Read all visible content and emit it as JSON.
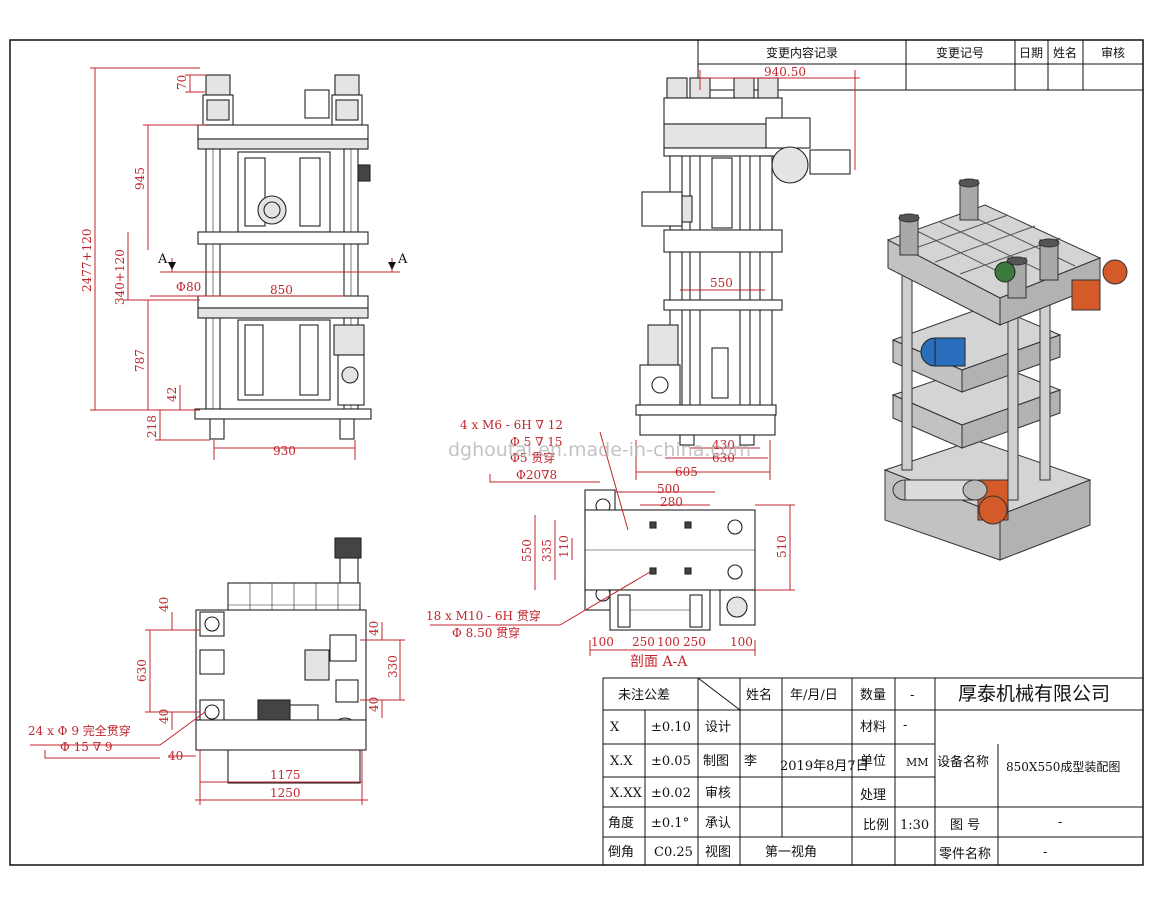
{
  "revision_block": {
    "headers": [
      "变更内容记录",
      "变更记号",
      "日期",
      "姓名",
      "审核"
    ]
  },
  "title_block": {
    "tolerance_header": "未注公差",
    "sign_headers": [
      "姓名",
      "年/月/日"
    ],
    "tolerances": [
      {
        "label": "X",
        "value": "±0.10"
      },
      {
        "label": "X.X",
        "value": "±0.05"
      },
      {
        "label": "X.XX",
        "value": "±0.02"
      },
      {
        "label": "角度",
        "value": "±0.1°"
      },
      {
        "label": "倒角",
        "value": "C0.25"
      }
    ],
    "roles": [
      "设计",
      "制图",
      "审核",
      "承认",
      "视图"
    ],
    "drafter_name": "李",
    "drafter_date": "2019年8月7日",
    "view_value": "第一视角",
    "prop_labels": [
      "数量",
      "材料",
      "单位",
      "处理",
      "比例"
    ],
    "quantity": "-",
    "material": "-",
    "unit": "MM",
    "scale": "1:30",
    "company": "厚泰机械有限公司",
    "device_name_label": "设备名称",
    "device_name": "850X550成型装配图",
    "drawing_no_label": "图  号",
    "drawing_no": "-",
    "part_name_label": "零件名称",
    "part_name": "-"
  },
  "front_view": {
    "dims": [
      "70",
      "945",
      "2477+120",
      "340+120",
      "787",
      "42",
      "218",
      "80",
      "850",
      "930"
    ],
    "phi_symbol": "Φ",
    "section_mark": "A"
  },
  "side_view": {
    "dims": [
      "940.50",
      "550",
      "430",
      "630",
      "605"
    ]
  },
  "top_view": {
    "dims": [
      "40",
      "630",
      "40",
      "40",
      "330",
      "40",
      "40",
      "1175",
      "1250"
    ],
    "note_line1": "24 x  Φ 9 完全贯穿",
    "note_line2": "Φ 15 ∇ 9"
  },
  "section_view": {
    "note_m6_line1": "4 x  M6 - 6H ∇ 12",
    "note_m6_line2": "Φ 5 ∇ 15",
    "note_m6_line3": "Φ5 贯穿",
    "note_m6_line4": "Φ20∇8",
    "dims": [
      "500",
      "280",
      "550",
      "335",
      "110",
      "510",
      "100",
      "250",
      "100",
      "250",
      "100"
    ],
    "note_m10_line1": "18 x  M10 - 6H 贯穿",
    "note_m10_line2": "Φ 8.50 贯穿",
    "label": "剖面 A-A"
  },
  "watermark": "dghoutai.en.made-in-china.com",
  "colors": {
    "dimension": "#c0262d",
    "line": "#222222",
    "orange_part": "#d45a2a",
    "blue_motor": "#2a6fbd",
    "green_gear": "#3c7a3c"
  }
}
